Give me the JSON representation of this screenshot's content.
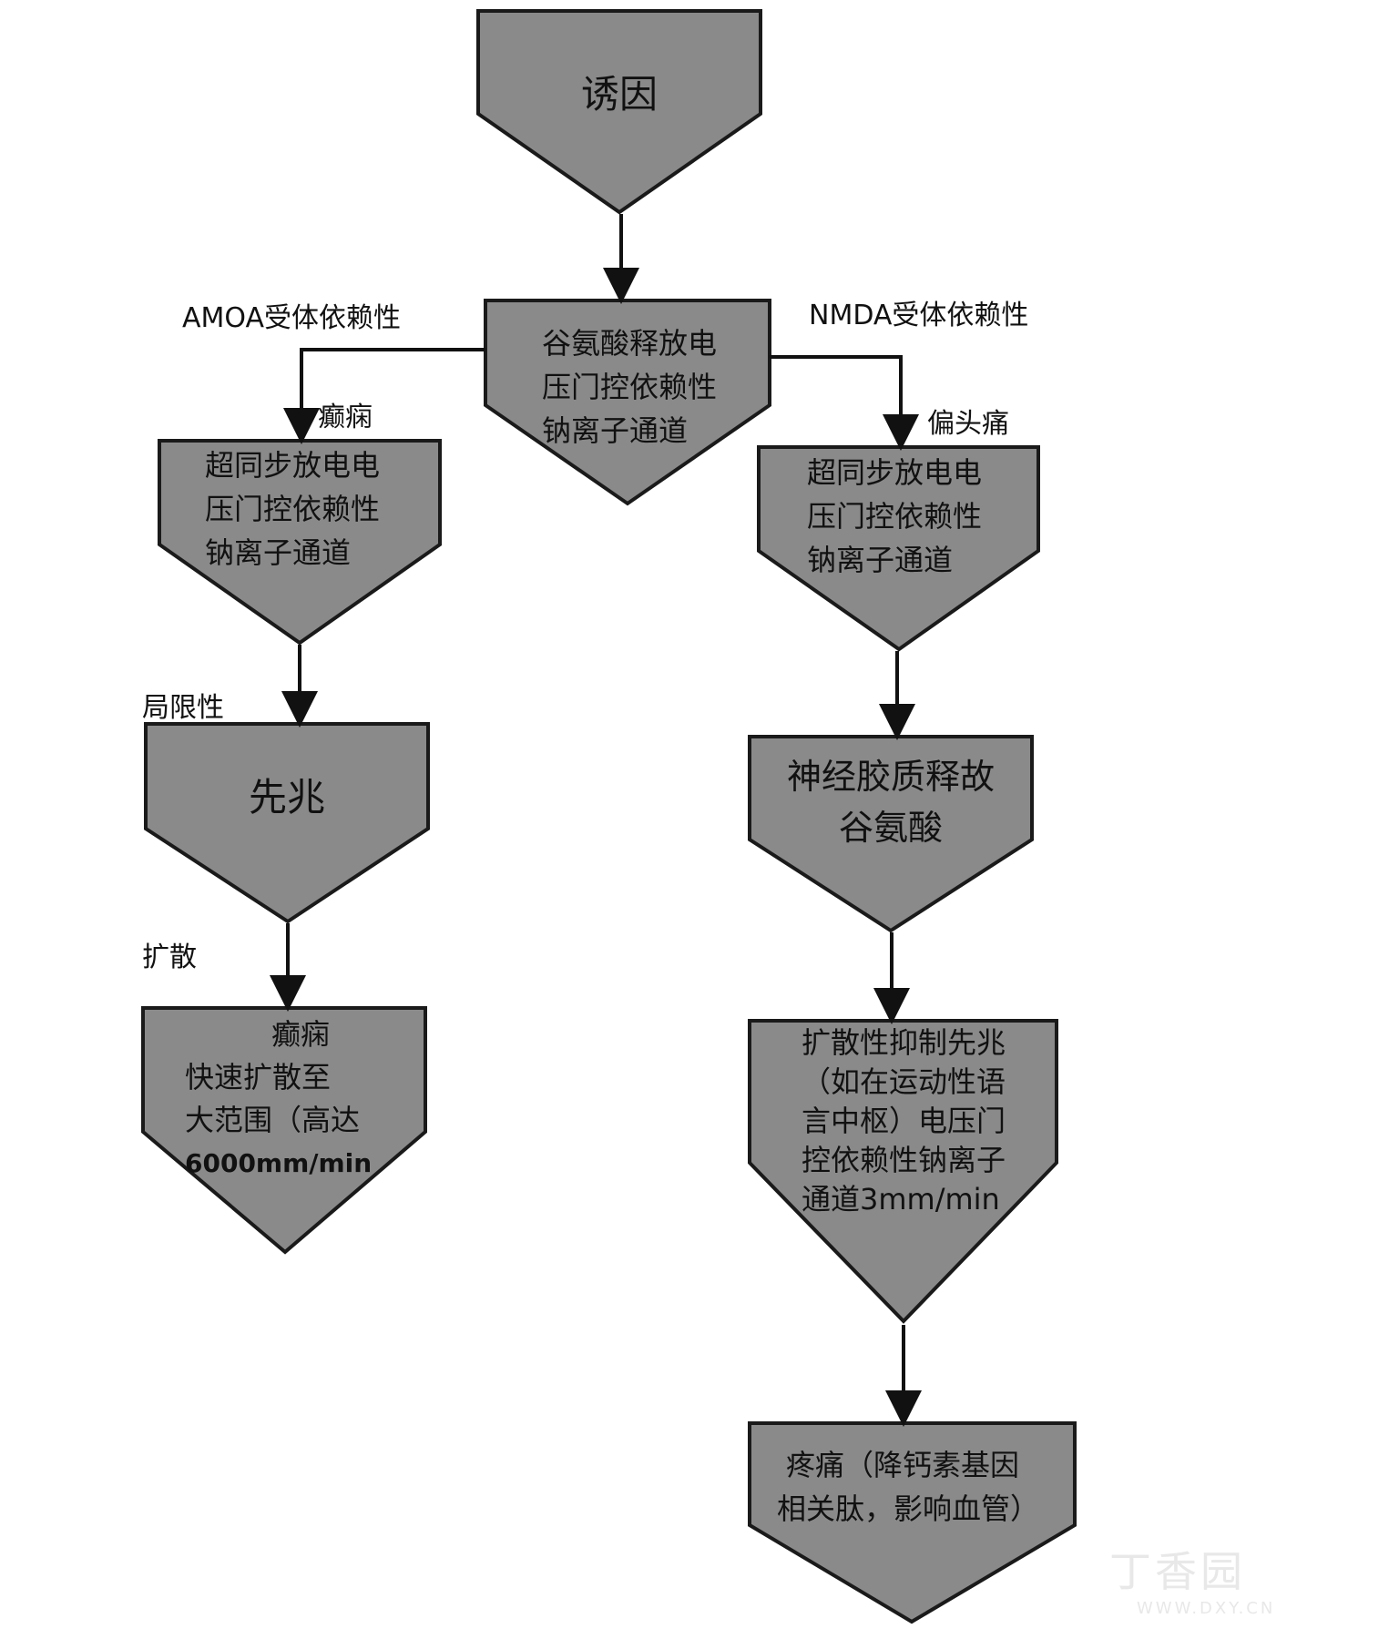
{
  "nodes": {
    "trigger": {
      "lines": [
        "诱因"
      ]
    },
    "glutamate_release": {
      "lines": [
        "谷氨酸释放电",
        "压门控依赖性",
        "钠离子通道"
      ]
    },
    "epilepsy_discharge": {
      "lines": [
        "超同步放电电",
        "压门控依赖性",
        "钠离子通道"
      ]
    },
    "migraine_discharge": {
      "lines": [
        "超同步放电电",
        "压门控依赖性",
        "钠离子通道"
      ]
    },
    "aura": {
      "lines": [
        "先兆"
      ]
    },
    "glia_glutamate": {
      "lines": [
        "神经胶质释故",
        "谷氨酸"
      ]
    },
    "epilepsy_spread": {
      "lines": [
        "癫痫",
        "快速扩散至",
        "大范围（高达",
        "6000mm/min"
      ]
    },
    "spreading_depression": {
      "lines": [
        "扩散性抑制先兆",
        "（如在运动性语",
        "言中枢）电压门",
        "控依赖性钠离子",
        "通道3mm/min"
      ]
    },
    "pain": {
      "lines": [
        "疼痛（降钙素基因",
        "相关肽，影响血管）"
      ]
    }
  },
  "edge_labels": {
    "amoa": "AMOA受体依赖性",
    "nmda": "NMDA受体依赖性",
    "epilepsy": "癫痫",
    "migraine": "偏头痛",
    "localized": "局限性",
    "spread": "扩散"
  },
  "watermark": {
    "brand": "丁香园",
    "url": "WWW.DXY.CN"
  },
  "colors": {
    "node_fill": "#8a8a8a",
    "node_stroke": "#1a1a1a",
    "arrow": "#111111",
    "background": "#ffffff"
  }
}
